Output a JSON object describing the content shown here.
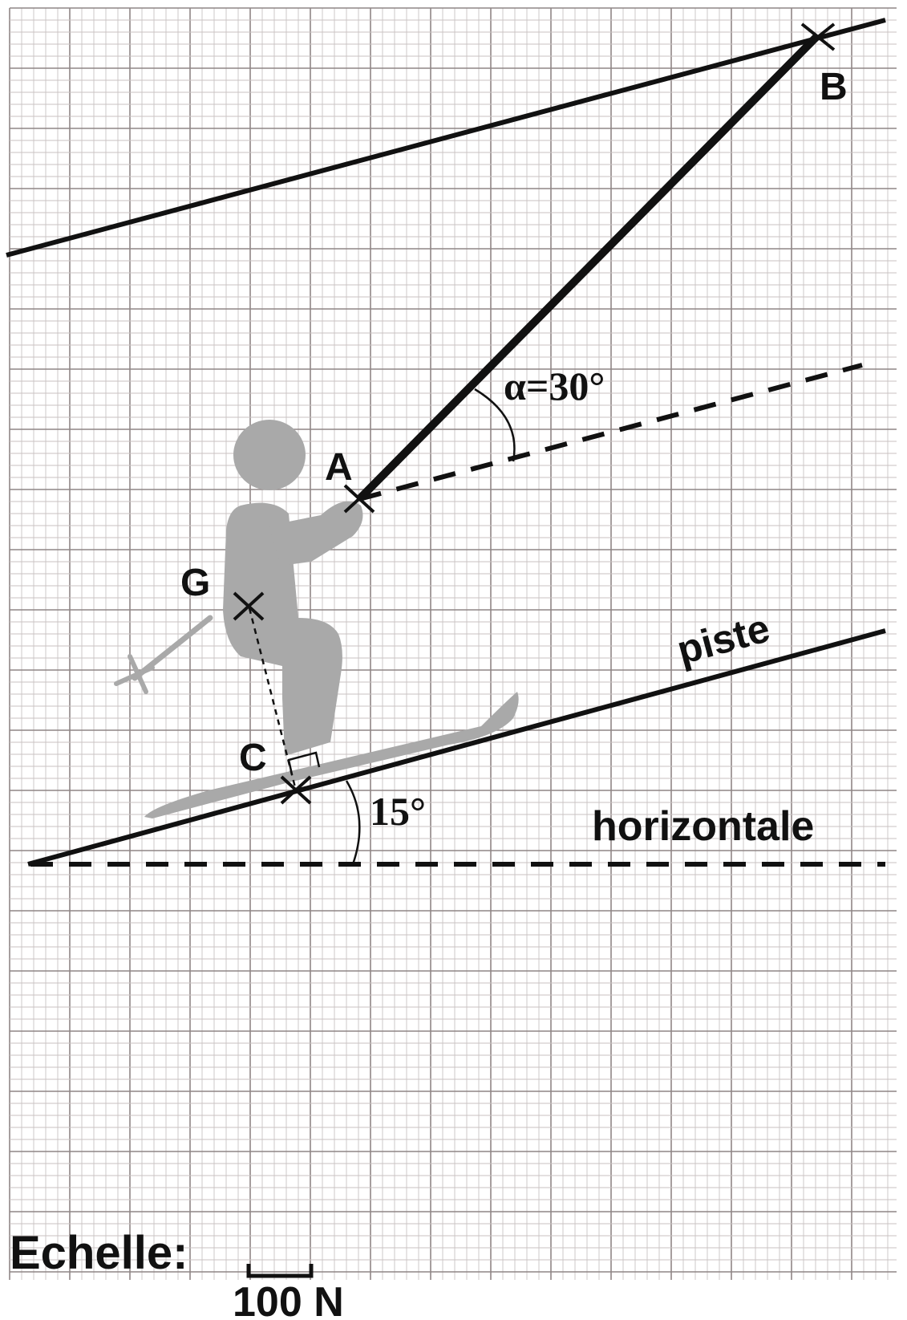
{
  "points": {
    "A": "A",
    "B": "B",
    "C": "C",
    "G": "G"
  },
  "angles": {
    "alpha": "α=30°",
    "slope": "15°"
  },
  "lines": {
    "piste": "piste",
    "horizontale": "horizontale"
  },
  "scale": {
    "label": "Echelle:",
    "value": "100 N"
  },
  "colors": {
    "grid_minor": "#c9c2c2",
    "grid_major": "#8f8686",
    "skier": "#a9a9a9",
    "ink": "#111111"
  }
}
